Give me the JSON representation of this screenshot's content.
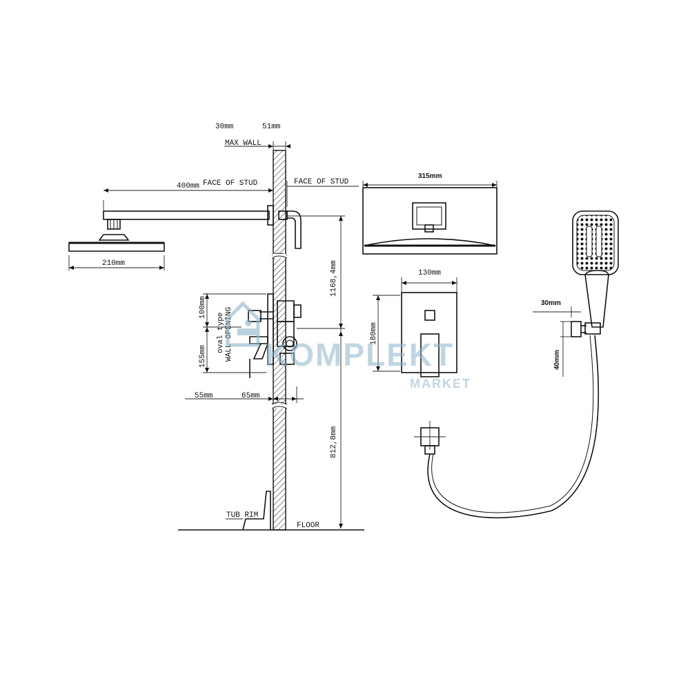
{
  "labels": {
    "dim_30mm_top": "30mm",
    "dim_51mm": "51mm",
    "max_wall": "MAX WALL",
    "dim_400mm": "400mm",
    "face_of_stud_left": "FACE OF STUD",
    "face_of_stud_right": "FACE OF STUD",
    "dim_210mm": "210mm",
    "dim_1168": "1168,4mm",
    "dim_100mm": "100mm",
    "dim_155mm": "155mm",
    "wall_opening_1": "oval type",
    "wall_opening_2": "WALL OPENING",
    "dim_55mm": "55mm",
    "dim_65mm": "65mm",
    "dim_812": "812,8mm",
    "tub_rim": "TUB RIM",
    "floor": "FLOOR",
    "dim_315mm": "315mm",
    "dim_130mm": "130mm",
    "dim_180mm": "180mm",
    "dim_30mm_holder": "30mm",
    "dim_40mm": "40mm"
  },
  "watermark": {
    "brand": "KOMPLEKT",
    "sub": "MARKET",
    "color": "#8fb3c9"
  }
}
